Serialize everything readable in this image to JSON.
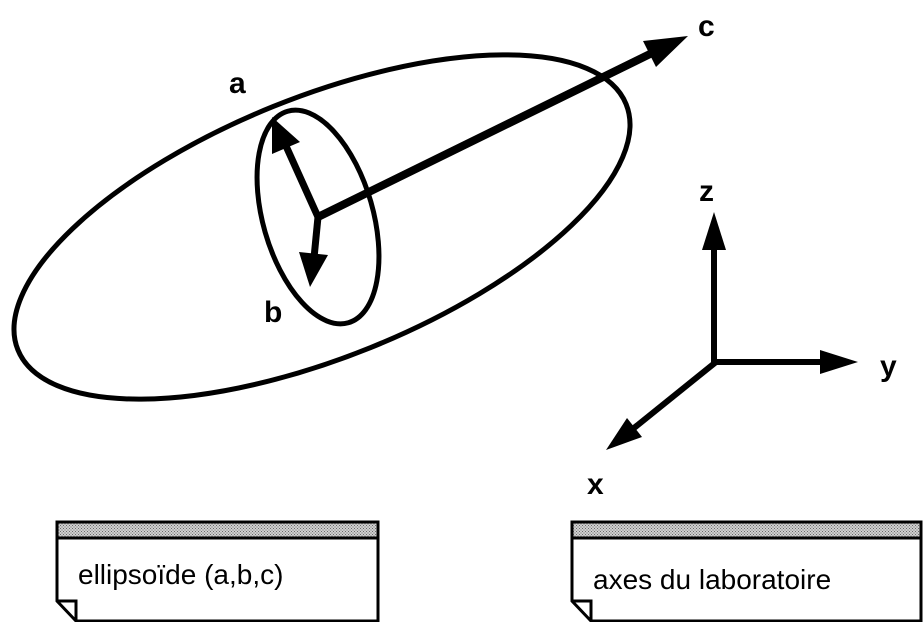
{
  "ellipsoid": {
    "label_a": "a",
    "label_b": "b",
    "label_c": "c"
  },
  "lab_axes": {
    "label_x": "x",
    "label_y": "y",
    "label_z": "z"
  },
  "notes": {
    "ellipsoid_caption": "ellipsoïde (a,b,c)",
    "axes_caption": "axes du laboratoire"
  },
  "colors": {
    "ink": "#000000",
    "paper": "#ffffff",
    "note_header": "#b5b5b5"
  }
}
